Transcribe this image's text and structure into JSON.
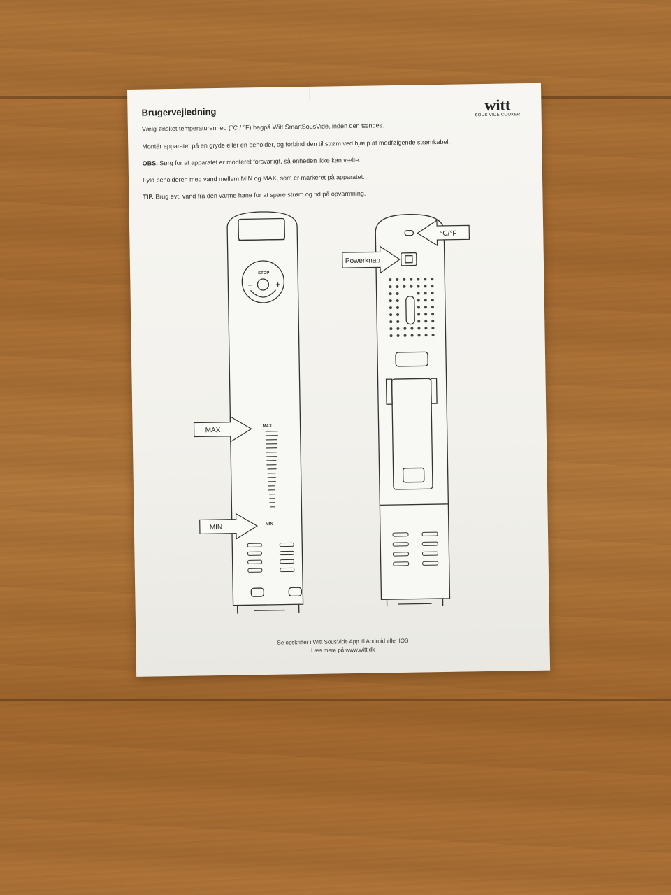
{
  "manual": {
    "title": "Brugervejledning",
    "logo": {
      "brand": "witt",
      "tagline": "SOUS VIDE COOKER"
    },
    "instructions": [
      {
        "prefix": "",
        "text": "Vælg ønsket temperaturenhed (°C / °F) bagpå Witt SmartSousVide, inden den tændes."
      },
      {
        "prefix": "",
        "text": "Montér apparatet på en gryde eller en beholder, og forbind den til strøm ved hjælp af medfølgende strømkabel."
      },
      {
        "prefix": "OBS.",
        "text": " Sørg for at apparatet er monteret forsvarligt, så enheden ikke kan vælte."
      },
      {
        "prefix": "",
        "text": "Fyld beholderen med vand mellem MIN og MAX, som er markeret på apparatet."
      },
      {
        "prefix": "TIP.",
        "text": " Brug evt. vand fra den varme hane for at spare strøm og tid på opvarmning."
      }
    ],
    "diagram": {
      "max_callout": "MAX",
      "min_callout": "MIN",
      "max_mark": "MAX",
      "min_mark": "MIN",
      "stop_label": "STOP",
      "minus_label": "−",
      "plus_label": "+",
      "unit_callout": "°C/°F",
      "power_callout": "Powerknap"
    },
    "footer": {
      "line1": "Se opskrifter i Witt SousVide App til Android eller IOS",
      "line2": "Læs mere på www.witt.dk"
    }
  }
}
